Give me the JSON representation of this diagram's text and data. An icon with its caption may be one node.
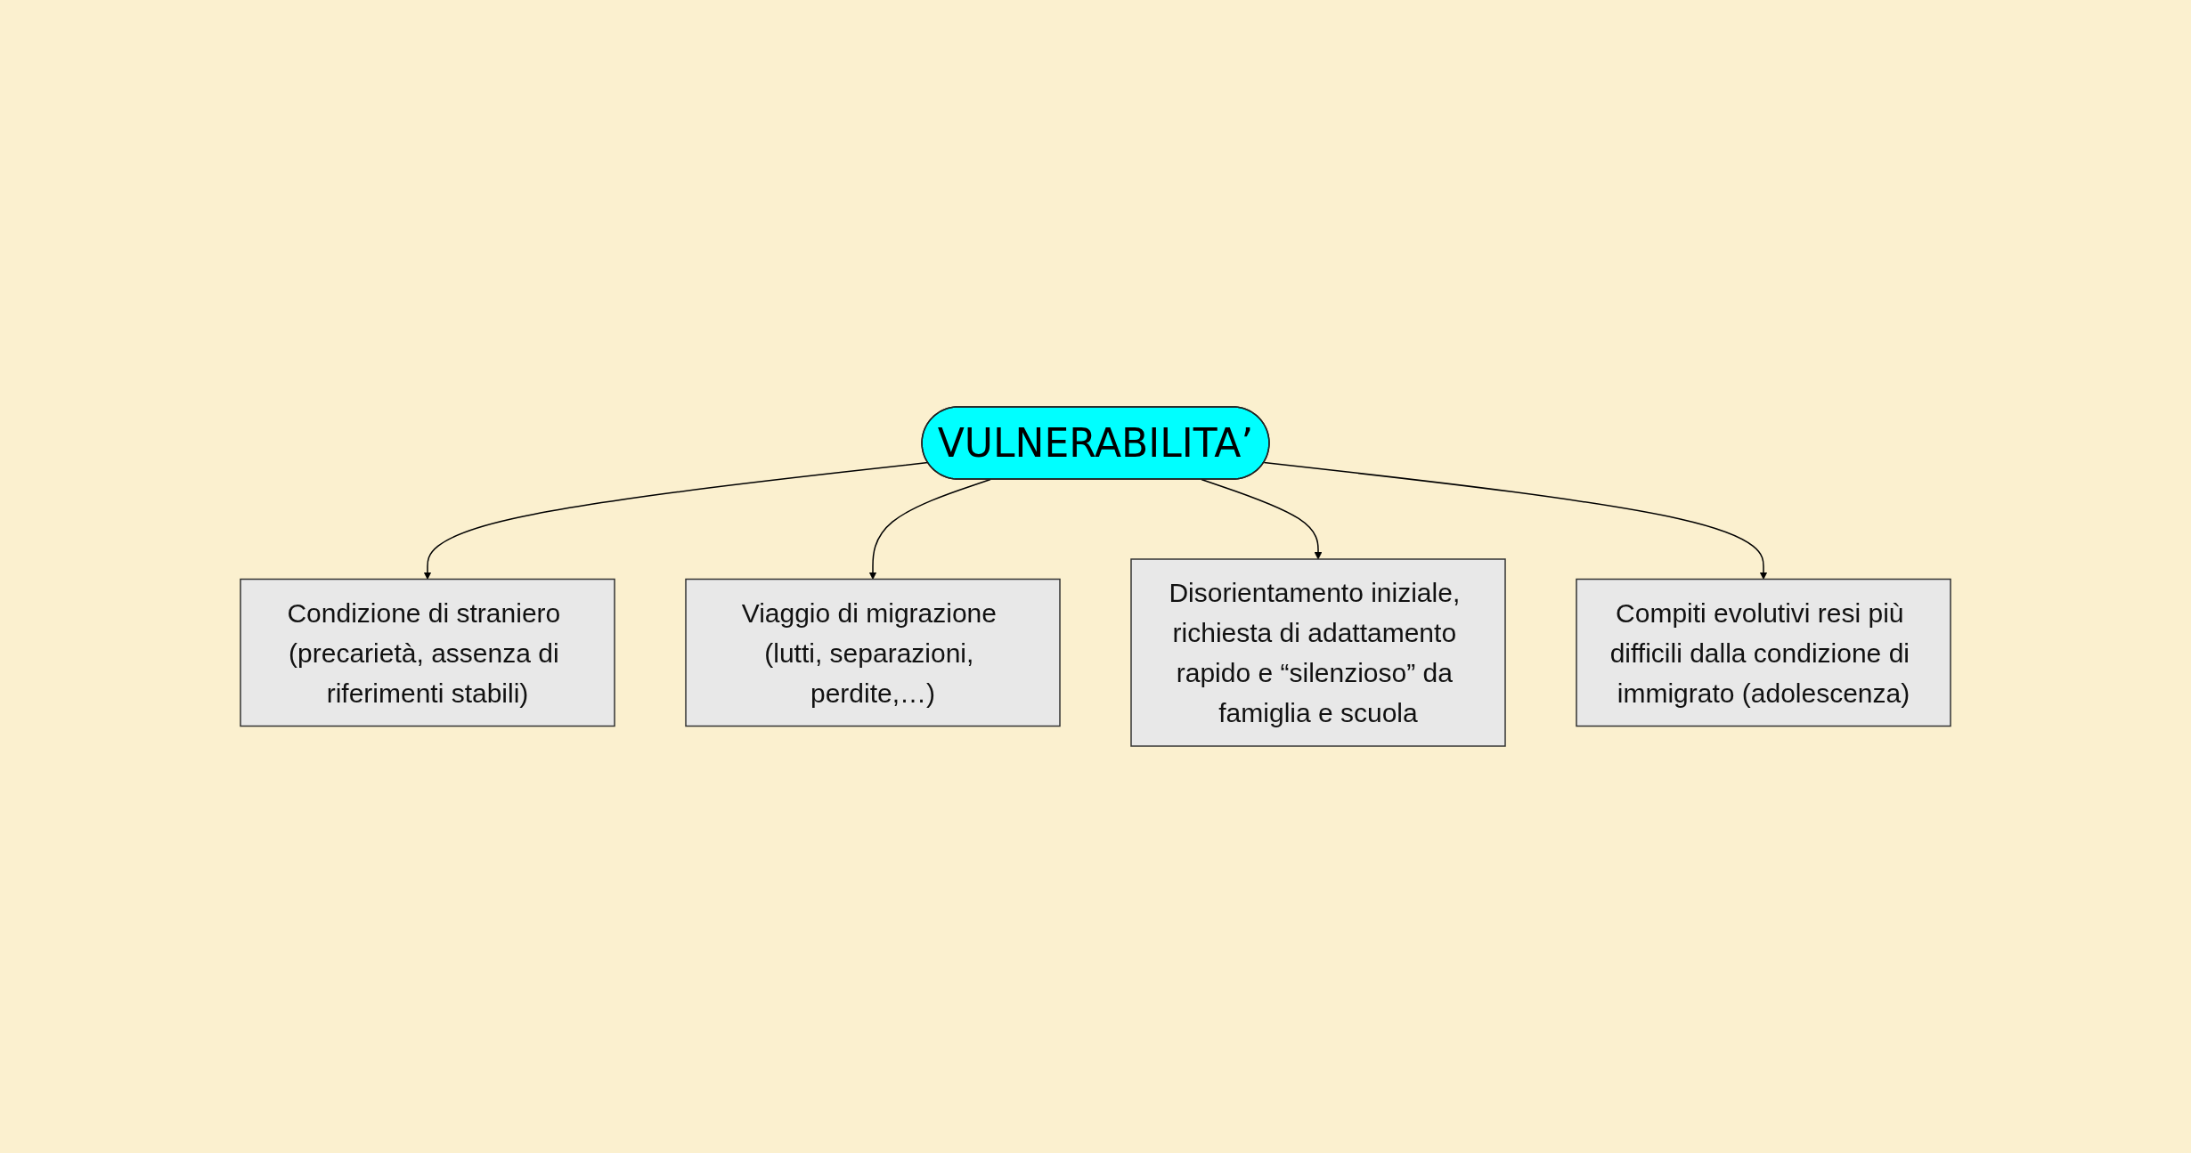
{
  "diagram": {
    "nodes": [
      {
        "text": [
          "Condizione di straniero (precarietà, assenza di riferimenti stabili)"
        ]
      },
      {
        "text": [
          "Viaggio di migrazione (lutti, separazioni, perdite,…)"
        ]
      },
      {
        "text": [
          "VULNERABILITA’"
        ]
      },
      {
        "text": [
          "Disorientamento iniziale, richiesta di adattamento rapido e “silenzioso” da famiglia e scuola"
        ]
      },
      {
        "text": [
          "Compiti evolutivi resi più difficili dalla condizione di immigrato (adolescenza)"
        ]
      }
    ],
    "edges": [
      {
        "from": 2,
        "to": 0,
        "arrow": "to"
      },
      {
        "from": 2,
        "to": 1,
        "arrow": "to"
      },
      {
        "from": 2,
        "to": 3,
        "arrow": "to"
      },
      {
        "from": 2,
        "to": 4,
        "arrow": "to"
      }
    ]
  }
}
